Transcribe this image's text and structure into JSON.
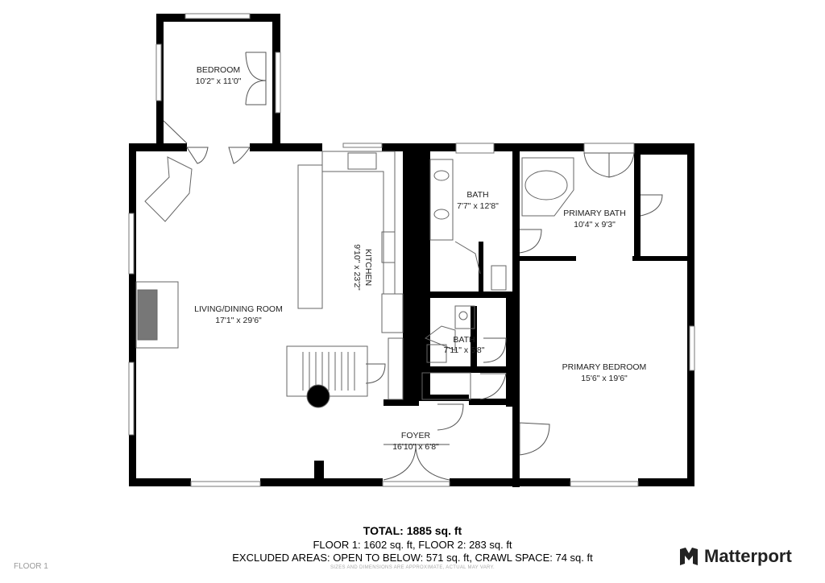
{
  "rooms": [
    {
      "id": "bedroom",
      "name": "BEDROOM",
      "size": "10'2\" x 11'0\""
    },
    {
      "id": "living",
      "name": "LIVING/DINING ROOM",
      "size": "17'1\" x 29'6\""
    },
    {
      "id": "kitchen",
      "name": "KITCHEN",
      "size": "9'10\" x 23'2\""
    },
    {
      "id": "bath1",
      "name": "BATH",
      "size": "7'7\" x 12'8\""
    },
    {
      "id": "pbath",
      "name": "PRIMARY BATH",
      "size": "10'4\" x 9'3\""
    },
    {
      "id": "bath2",
      "name": "BATH",
      "size": "7'11\" x 5'8\""
    },
    {
      "id": "pbed",
      "name": "PRIMARY BEDROOM",
      "size": "15'6\" x 19'6\""
    },
    {
      "id": "foyer",
      "name": "FOYER",
      "size": "16'10\" x 6'8\""
    }
  ],
  "footer": {
    "total": "TOTAL: 1885 sq. ft",
    "floors": "FLOOR 1: 1602 sq. ft, FLOOR 2: 283 sq. ft",
    "excluded": "EXCLUDED AREAS: OPEN TO BELOW: 571 sq. ft, CRAWL SPACE: 74 sq. ft",
    "disclaimer": "SIZES AND DIMENSIONS ARE APPROXIMATE, ACTUAL MAY VARY.",
    "floor_label": "FLOOR 1",
    "brand": "Matterport"
  },
  "colors": {
    "wall": "#000000",
    "fixture": "#666666",
    "background": "#ffffff"
  }
}
